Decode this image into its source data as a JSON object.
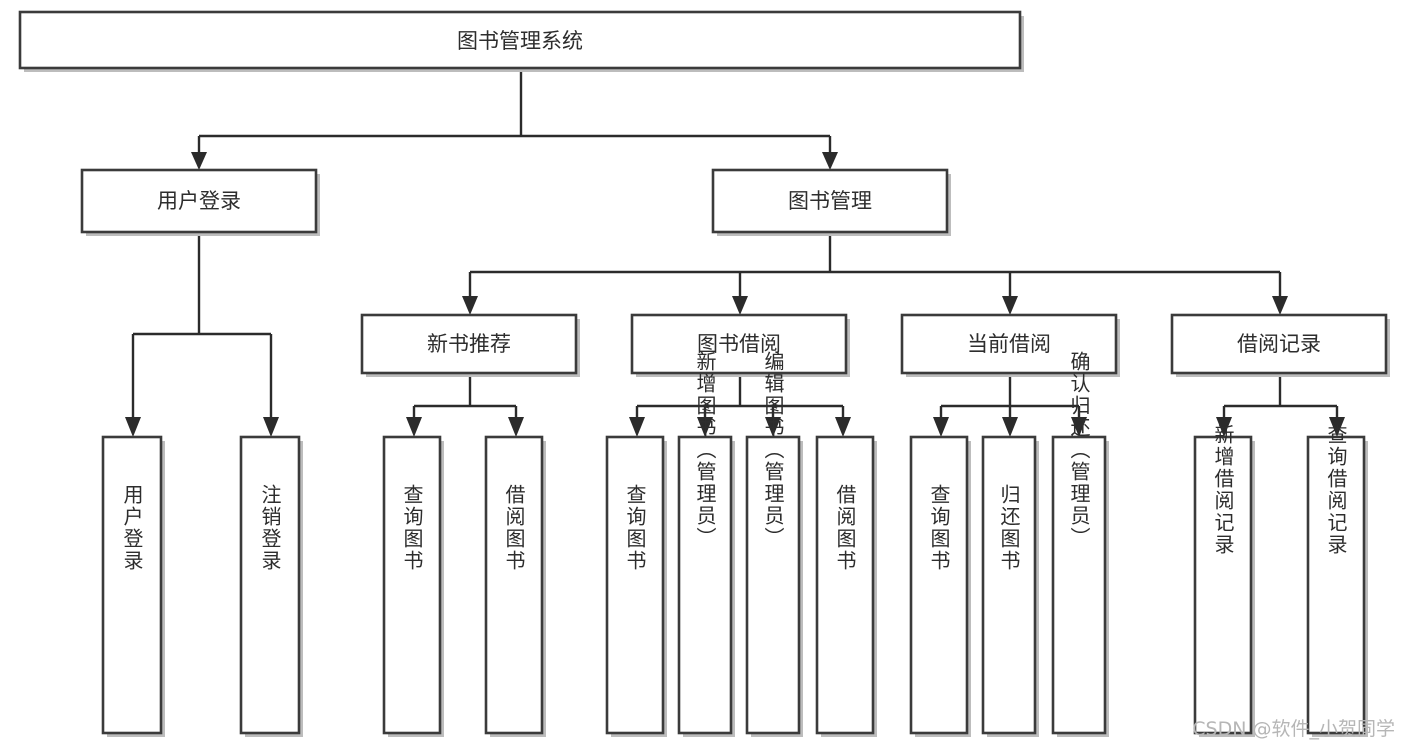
{
  "diagram": {
    "type": "tree",
    "title": "图书管理系统",
    "root": {
      "id": "root",
      "label": "图书管理系统",
      "orientation": "horizontal"
    },
    "level2": [
      {
        "id": "user-login",
        "label": "用户登录",
        "orientation": "horizontal"
      },
      {
        "id": "book-manage",
        "label": "图书管理",
        "orientation": "horizontal"
      }
    ],
    "level3": [
      {
        "id": "new-book-recommend",
        "label": "新书推荐",
        "orientation": "horizontal",
        "parent": "book-manage"
      },
      {
        "id": "book-borrow",
        "label": "图书借阅",
        "orientation": "horizontal",
        "parent": "book-manage"
      },
      {
        "id": "current-borrow",
        "label": "当前借阅",
        "orientation": "horizontal",
        "parent": "book-manage"
      },
      {
        "id": "borrow-record",
        "label": "借阅记录",
        "orientation": "horizontal",
        "parent": "book-manage"
      }
    ],
    "leaves": [
      {
        "id": "leaf-user-login",
        "label": "用户登录",
        "parent": "user-login"
      },
      {
        "id": "leaf-user-logout",
        "label": "注销登录",
        "parent": "user-login"
      },
      {
        "id": "leaf-query-book-1",
        "label": "查询图书",
        "parent": "new-book-recommend"
      },
      {
        "id": "leaf-borrow-book-1",
        "label": "借阅图书",
        "parent": "new-book-recommend"
      },
      {
        "id": "leaf-query-book-2",
        "label": "查询图书",
        "parent": "book-borrow"
      },
      {
        "id": "leaf-add-book",
        "label": "新增图书（管理员）",
        "parent": "book-borrow"
      },
      {
        "id": "leaf-edit-book",
        "label": "编辑图书（管理员）",
        "parent": "book-borrow"
      },
      {
        "id": "leaf-borrow-book-2",
        "label": "借阅图书",
        "parent": "book-borrow"
      },
      {
        "id": "leaf-query-book-3",
        "label": "查询图书",
        "parent": "current-borrow"
      },
      {
        "id": "leaf-return-book",
        "label": "归还图书",
        "parent": "current-borrow"
      },
      {
        "id": "leaf-confirm-return",
        "label": "确认归还（管理员）",
        "parent": "current-borrow"
      },
      {
        "id": "leaf-add-record",
        "label": "新增借阅记录",
        "parent": "borrow-record"
      },
      {
        "id": "leaf-query-record",
        "label": "查询借阅记录",
        "parent": "borrow-record"
      }
    ]
  },
  "watermark": {
    "text": "CSDN @软件_小贺同学"
  },
  "colors": {
    "box_stroke": "#3b3b3b",
    "connector": "#2b2b2b",
    "text": "#2d2d2d",
    "background": "#ffffff",
    "watermark": "#b6b6b6"
  }
}
